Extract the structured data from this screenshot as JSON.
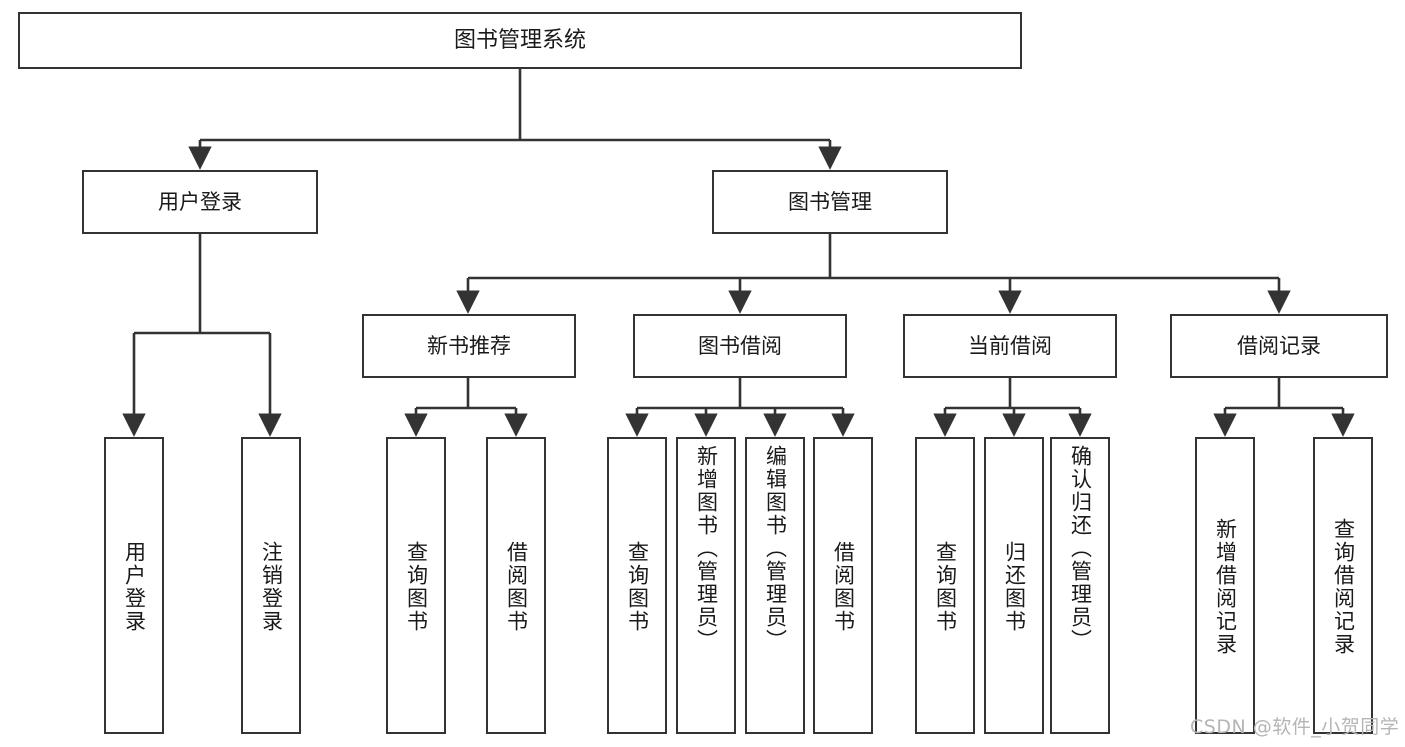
{
  "diagram": {
    "title": "图书管理系统",
    "type": "tree-hierarchy",
    "stroke_color": "#333333",
    "fill_color": "#ffffff",
    "text_color": "#1a1a1a"
  },
  "root": {
    "label": "图书管理系统"
  },
  "level2": [
    {
      "label": "用户登录"
    },
    {
      "label": "图书管理"
    }
  ],
  "level3": [
    {
      "label": "新书推荐"
    },
    {
      "label": "图书借阅"
    },
    {
      "label": "当前借阅"
    },
    {
      "label": "借阅记录"
    }
  ],
  "leaves": {
    "user_login": [
      {
        "label": "用户登录"
      },
      {
        "label": "注销登录"
      }
    ],
    "new_book_recommend": [
      {
        "label": "查询图书"
      },
      {
        "label": "借阅图书"
      }
    ],
    "book_borrow": [
      {
        "label": "查询图书"
      },
      {
        "label": "新增图书（管理员）"
      },
      {
        "label": "编辑图书（管理员）"
      },
      {
        "label": "借阅图书"
      }
    ],
    "current_borrow": [
      {
        "label": "查询图书"
      },
      {
        "label": "归还图书"
      },
      {
        "label": "确认归还（管理员）"
      }
    ],
    "borrow_record": [
      {
        "label": "新增借阅记录"
      },
      {
        "label": "查询借阅记录"
      }
    ]
  },
  "watermark": {
    "text": "CSDN @软件_小贺同学"
  }
}
